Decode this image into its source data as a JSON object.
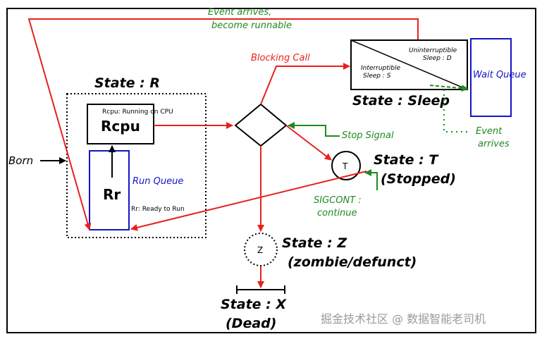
{
  "diagram": {
    "state_r": "State : R",
    "rcpu_note": "Rcpu: Running on CPU",
    "rcpu": "Rcpu",
    "rr": "Rr",
    "run_queue": "Run Queue",
    "rr_note": "Rr: Ready to Run",
    "born": "Born",
    "event_arrives_top_1": "Event arrives,",
    "event_arrives_top_2": "become runnable",
    "blocking_call": "Blocking Call",
    "uninterruptible_1": "Uninterruptible",
    "uninterruptible_2": "Sleep : D",
    "interruptible_1": "Interruptible",
    "interruptible_2": "Sleep : S",
    "wait_queue": "Wait Queue",
    "state_sleep": "State : Sleep",
    "event_arrives_right_1": "Event",
    "event_arrives_right_2": "arrives",
    "stop_signal": "Stop Signal",
    "t_letter": "T",
    "state_t_1": "State : T",
    "state_t_2": "(Stopped)",
    "sigcont_1": "SIGCONT :",
    "sigcont_2": "continue",
    "z_letter": "Z",
    "state_z_1": "State : Z",
    "state_z_2": "(zombie/defunct)",
    "state_x_1": "State : X",
    "state_x_2": "(Dead)",
    "watermark": "掘金技术社区 @ 数据智能老司机"
  },
  "colors": {
    "red": "#e8201c",
    "green": "#1f8a1f",
    "blue": "#1414c8",
    "black": "#000000"
  }
}
